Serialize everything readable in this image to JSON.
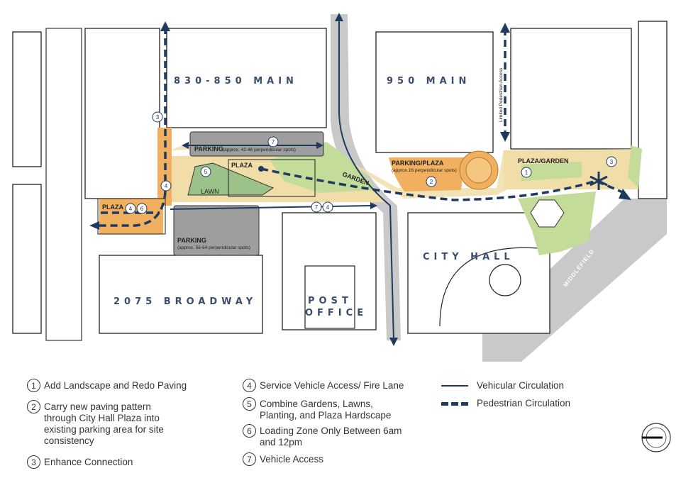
{
  "map": {
    "buildings": {
      "b830": "830-850 MAIN",
      "b950": "950 MAIN",
      "b2075": "2075 BROADWAY",
      "post_office_1": "POST",
      "post_office_2": "OFFICE",
      "city_hall": "CITY HALL"
    },
    "streets": {
      "broadway": "BROADWAY",
      "middlefield": "MIDDLEFIELD"
    },
    "labels": {
      "parking_top": "PARKING",
      "parking_top_note": "(approx. 42-46 perpendicular spots)",
      "plaza": "PLAZA",
      "lawn": "LAWN",
      "garden": "GARDEN",
      "parking_plaza": "PARKING/PLAZA",
      "parking_plaza_note": "(approx.16 perpendicular spots)",
      "plaza_garden": "PLAZA/GARDEN",
      "plaza_left": "PLAZA",
      "parking_bottom": "PARKING",
      "parking_bottom_note": "(approx. 56-64 perpendicular spots)",
      "limited_access": "Limited Pedestrian Access"
    },
    "markers": {
      "m7a": "7",
      "m5": "5",
      "m3a": "3",
      "m4a": "4",
      "m4b": "4",
      "m6": "6",
      "m7b": "7",
      "m4c": "4",
      "m2": "2",
      "m1": "1",
      "m3b": "3"
    },
    "colors": {
      "plaza": "#f0dda8",
      "orange": "#f0b060",
      "green": "#c4dc9a",
      "dark_green": "#9cc28a",
      "parking": "#9e9e9e",
      "road": "#c9c9c9",
      "navy": "#1f3a5f"
    }
  },
  "legend": {
    "items": [
      {
        "num": "1",
        "text": "Add Landscape and Redo Paving"
      },
      {
        "num": "2",
        "text": "Carry new paving pattern\nthrough City Hall Plaza into\nexisting parking area for site\nconsistency"
      },
      {
        "num": "3",
        "text": "Enhance Connection"
      },
      {
        "num": "4",
        "text": "Service Vehicle Access/ Fire Lane"
      },
      {
        "num": "5",
        "text": "Combine Gardens, Lawns,\nPlanting, and Plaza Hardscape"
      },
      {
        "num": "6",
        "text": "Loading Zone Only Between 6am\nand 12pm"
      },
      {
        "num": "7",
        "text": "Vehicle Access"
      }
    ],
    "vehicular": "Vehicular Circulation",
    "pedestrian": "Pedestrian Circulation"
  }
}
